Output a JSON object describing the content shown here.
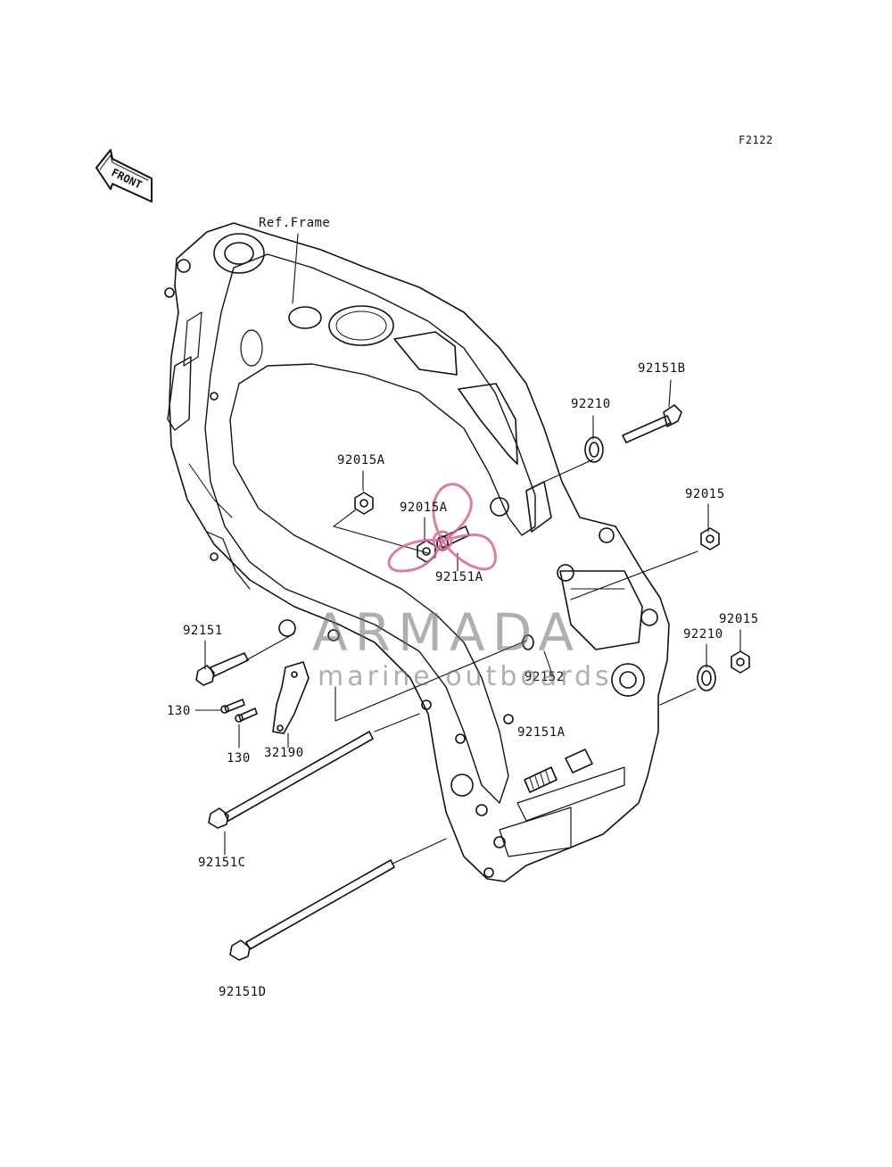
{
  "diagram_code": "F2122",
  "front_label": "FRONT",
  "frame_label": "Ref.Frame",
  "parts": [
    {
      "id": "p_92151B",
      "label": "92151B"
    },
    {
      "id": "p_92210a",
      "label": "92210"
    },
    {
      "id": "p_92015A",
      "label": "92015A"
    },
    {
      "id": "p_92015Ab",
      "label": "92015A"
    },
    {
      "id": "p_92151Aa",
      "label": "92151A"
    },
    {
      "id": "p_92015a",
      "label": "92015"
    },
    {
      "id": "p_92015b",
      "label": "92015"
    },
    {
      "id": "p_92210b",
      "label": "92210"
    },
    {
      "id": "p_92151",
      "label": "92151"
    },
    {
      "id": "p_130a",
      "label": "130"
    },
    {
      "id": "p_130b",
      "label": "130"
    },
    {
      "id": "p_32190",
      "label": "32190"
    },
    {
      "id": "p_92152",
      "label": "92152"
    },
    {
      "id": "p_92151Ab",
      "label": "92151A"
    },
    {
      "id": "p_92151C",
      "label": "92151C"
    },
    {
      "id": "p_92151D",
      "label": "92151D"
    }
  ],
  "watermark": {
    "title": "ARMADA",
    "subtitle": "marine outboards",
    "logo_color": "#d4679a",
    "text_color": "#6e6e6e"
  }
}
